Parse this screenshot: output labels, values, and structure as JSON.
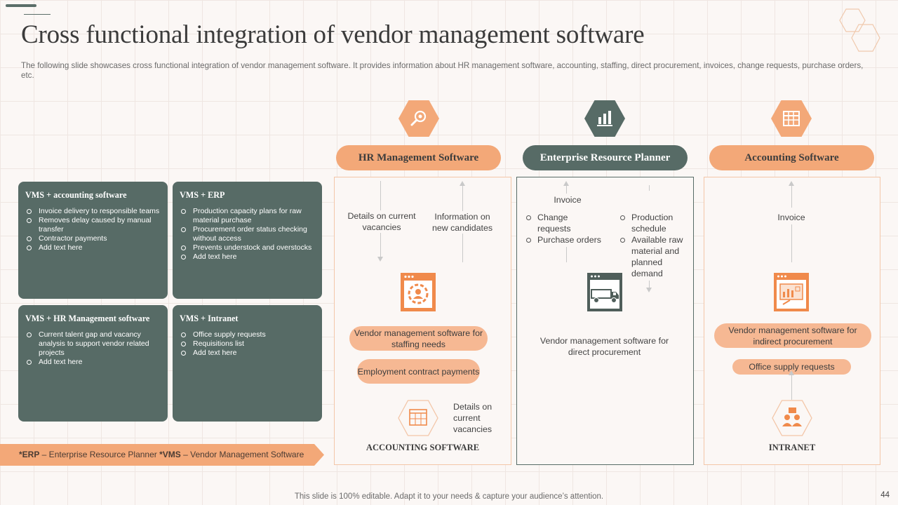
{
  "title": "Cross functional integration of vendor management software",
  "subtitle": "The following slide showcases cross functional integration of vendor management software. It provides information about HR management software, accounting, staffing, direct procurement, invoices, change requests, purchase orders, etc.",
  "cards": [
    {
      "title": "VMS + accounting software",
      "items": [
        "Invoice delivery to responsible teams",
        "Removes delay caused by manual transfer",
        "Contractor payments",
        "Add text here"
      ]
    },
    {
      "title": "VMS + ERP",
      "items": [
        "Production capacity plans for raw material purchase",
        "Procurement order status checking without access",
        "Prevents understock and overstocks",
        "Add text here"
      ]
    },
    {
      "title": "VMS + HR Management software",
      "items": [
        "Current talent gap and vacancy analysis to support vendor related projects",
        "Add text here"
      ]
    },
    {
      "title": "VMS + Intranet",
      "items": [
        "Office supply requests",
        "Requisitions list",
        "Add text here"
      ]
    }
  ],
  "note": {
    "erp_abbr": "*ERP",
    "erp_text": " – Enterprise Resource Planner ",
    "vms_abbr": "*VMS",
    "vms_text": " – Vendor Management Software"
  },
  "columns": {
    "hr": {
      "header": "HR Management Software",
      "left_text": "Details on current vacancies",
      "right_text": "Information on new candidates",
      "pill1": "Vendor management software for staffing needs",
      "pill2": "Employment contract payments",
      "details": "Details on current vacancies",
      "bottom_label": "ACCOUNTING SOFTWARE"
    },
    "erp": {
      "header": "Enterprise Resource Planner",
      "invoice": "Invoice",
      "left_items": [
        "Change requests",
        "Purchase orders"
      ],
      "right_items": [
        "Production schedule",
        "Available raw material and planned demand"
      ],
      "caption": "Vendor management software for direct procurement"
    },
    "acc": {
      "header": "Accounting Software",
      "invoice": "Invoice",
      "pill1": "Vendor management software for indirect procurement",
      "pill2": "Office supply requests",
      "bottom_label": "INTRANET"
    }
  },
  "footer": "This slide is 100% editable. Adapt it to your needs & capture your audience’s attention.",
  "page_number": "44",
  "colors": {
    "accent_orange": "#f3a878",
    "accent_green": "#576b66"
  },
  "icons": [
    "search-gear-icon",
    "chart-icon",
    "spreadsheet-icon",
    "user-settings-icon",
    "delivery-truck-icon",
    "monitor-chart-icon",
    "calendar-icon",
    "team-icon"
  ]
}
